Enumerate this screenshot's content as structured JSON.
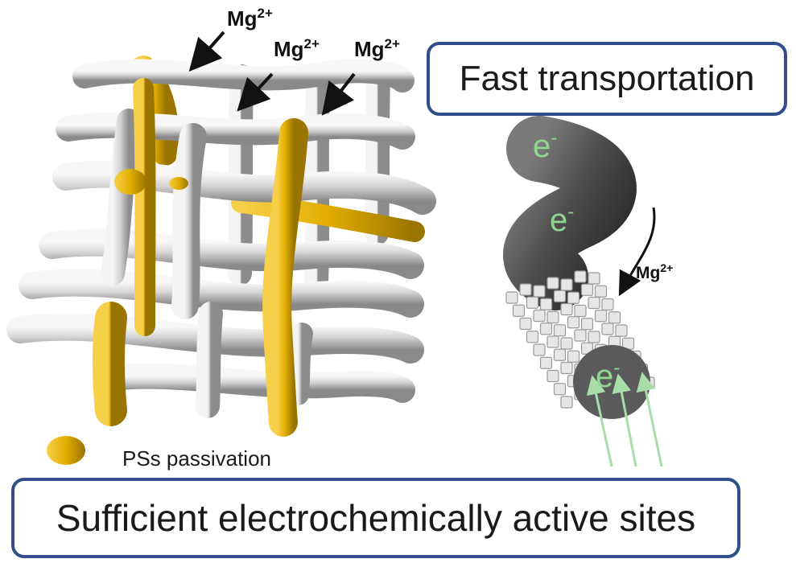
{
  "labels": {
    "fast_transport": "Fast transportation",
    "active_sites": "Sufficient electrochemically active sites",
    "legend_passivation": "PSs passivation"
  },
  "ions": {
    "base": "Mg",
    "charge": "2+"
  },
  "electron": {
    "symbol": "e",
    "charge": "-"
  },
  "colors": {
    "box_border": "#2f4e8a",
    "fiber_gray": "#c9c9c9",
    "passivation_gold": "#e1ad00",
    "electron_green": "#8fd68f",
    "conductor_dark": "#4b4b4b",
    "cube_light": "#e4e4e4",
    "arrow_black": "#111111"
  }
}
